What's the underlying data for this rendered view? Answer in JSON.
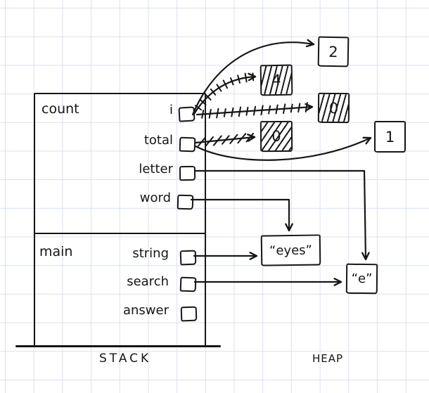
{
  "diagram": {
    "region_labels": {
      "stack": "STACK",
      "heap": "HEAP"
    },
    "frames": [
      {
        "name": "count",
        "variables": [
          {
            "label": "i"
          },
          {
            "label": "total"
          },
          {
            "label": "letter"
          },
          {
            "label": "word"
          }
        ]
      },
      {
        "name": "main",
        "variables": [
          {
            "label": "string"
          },
          {
            "label": "search"
          },
          {
            "label": "answer"
          }
        ]
      }
    ],
    "values": [
      {
        "id": "two",
        "text": "2",
        "status": "current"
      },
      {
        "id": "four-old",
        "text": "4",
        "status": "crossed-out"
      },
      {
        "id": "zero-old-right",
        "text": "0",
        "status": "crossed-out"
      },
      {
        "id": "zero-old-mid",
        "text": "0",
        "status": "crossed-out"
      },
      {
        "id": "one",
        "text": "1",
        "status": "current"
      },
      {
        "id": "eyes",
        "text": "“eyes”",
        "status": "current"
      },
      {
        "id": "e",
        "text": "“e”",
        "status": "current"
      }
    ],
    "pointers": [
      {
        "from": "count.i",
        "to": "four-old",
        "status": "crossed-out"
      },
      {
        "from": "count.i",
        "to": "zero-old-right",
        "status": "crossed-out"
      },
      {
        "from": "count.i",
        "to": "two",
        "status": "current"
      },
      {
        "from": "count.total",
        "to": "zero-old-mid",
        "status": "crossed-out"
      },
      {
        "from": "count.total",
        "to": "one",
        "status": "current"
      },
      {
        "from": "count.letter",
        "to": "e",
        "status": "current"
      },
      {
        "from": "count.word",
        "to": "eyes",
        "status": "current"
      },
      {
        "from": "main.string",
        "to": "eyes",
        "status": "current"
      },
      {
        "from": "main.search",
        "to": "e",
        "status": "current"
      }
    ],
    "colors": {
      "ink": "#161616",
      "grid": "#d9e0ee",
      "paper": "#ffffff"
    }
  }
}
